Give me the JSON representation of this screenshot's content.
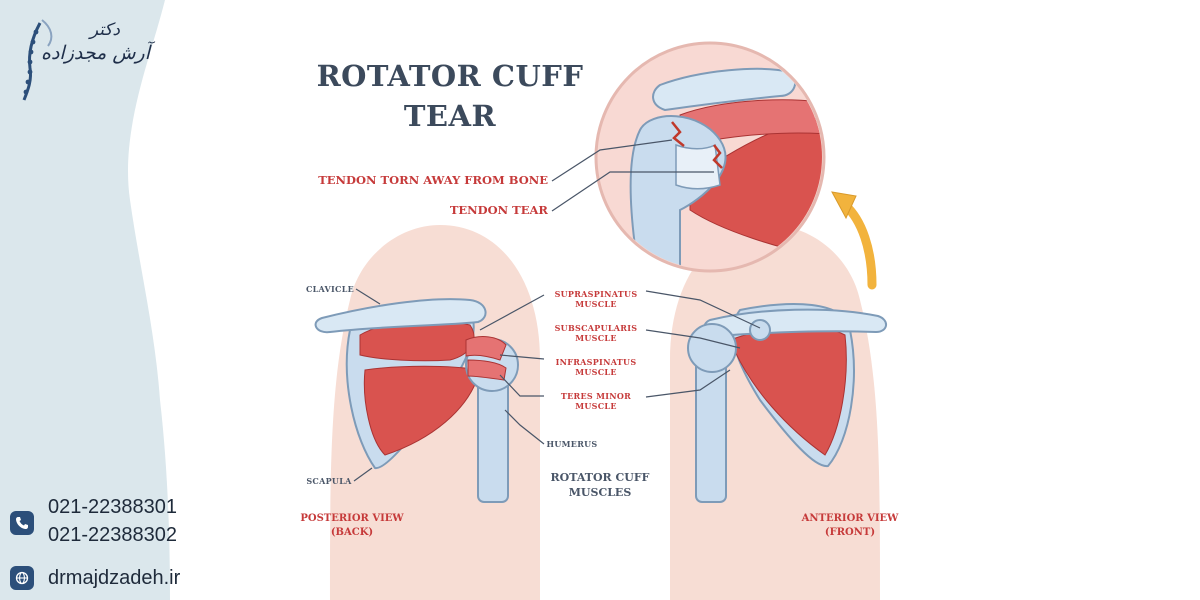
{
  "brand": {
    "title": "دکتر",
    "name": "آرش مجدزاده"
  },
  "contact": {
    "phones": [
      "021-22388301",
      "021-22388302"
    ],
    "website": "drmajdzadeh.ir",
    "phone_icon": "phone-icon",
    "web_icon": "globe-icon"
  },
  "diagram": {
    "title_line1": "ROTATOR CUFF",
    "title_line2": "TEAR",
    "callouts": {
      "tendon_torn": "TENDON TORN AWAY FROM BONE",
      "tendon_tear": "TENDON TEAR"
    },
    "anatomy_labels": {
      "clavicle": "CLAVICLE",
      "scapula": "SCAPULA",
      "humerus": "HUMERUS",
      "supraspinatus": [
        "SUPRASPINATUS",
        "MUSCLE"
      ],
      "subscapularis": [
        "SUBSCAPULARIS",
        "MUSCLE"
      ],
      "infraspinatus": [
        "INFRASPINATUS",
        "MUSCLE"
      ],
      "teres_minor": [
        "TERES MINOR",
        "MUSCLE"
      ]
    },
    "center_caption": [
      "ROTATOR CUFF",
      "MUSCLES"
    ],
    "views": {
      "posterior": [
        "POSTERIOR VIEW",
        "(BACK)"
      ],
      "anterior": [
        "ANTERIOR VIEW",
        "(FRONT)"
      ]
    }
  },
  "colors": {
    "sidebar": "#dbe7ec",
    "accent_blue": "#2c4f7a",
    "muscle_red": "#d9534f",
    "bone_blue": "#c9dcee",
    "skin": "#f7ddd4",
    "arrow": "#f2b33d"
  }
}
